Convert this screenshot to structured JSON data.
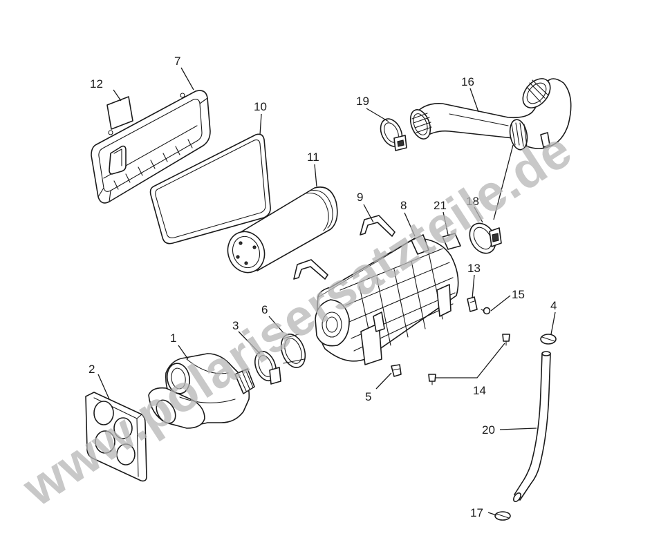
{
  "watermark": "www.polarisersatzteile.de",
  "callouts": {
    "c1": "1",
    "c2": "2",
    "c3": "3",
    "c4": "4",
    "c5": "5",
    "c6": "6",
    "c7": "7",
    "c8": "8",
    "c9": "9",
    "c10": "10",
    "c11": "11",
    "c12": "12",
    "c13": "13",
    "c14": "14",
    "c15": "15",
    "c16": "16",
    "c17": "17",
    "c18": "18",
    "c19": "19",
    "c20": "20",
    "c21": "21"
  },
  "parts": {
    "p1": "air-intake-duct",
    "p2": "mounting-plate",
    "p3": "hose-clamp",
    "p4": "hose-clip",
    "p5": "push-rivet",
    "p6": "coupler-ring",
    "p7": "airbox-cover",
    "p8": "airbox-housing",
    "p9": "retaining-clips",
    "p10": "cover-seal",
    "p11": "air-filter-element",
    "p12": "label",
    "p13": "clip-nut",
    "p14": "screws",
    "p15": "screw",
    "p16": "outlet-hose",
    "p17": "hose-clip",
    "p18": "hose-clamp",
    "p19": "hose-clamp",
    "p20": "drain-tube",
    "p21": "label"
  },
  "colors": {
    "line": "#1a1a1a",
    "watermark": "#b5b5b5",
    "background": "#ffffff"
  }
}
